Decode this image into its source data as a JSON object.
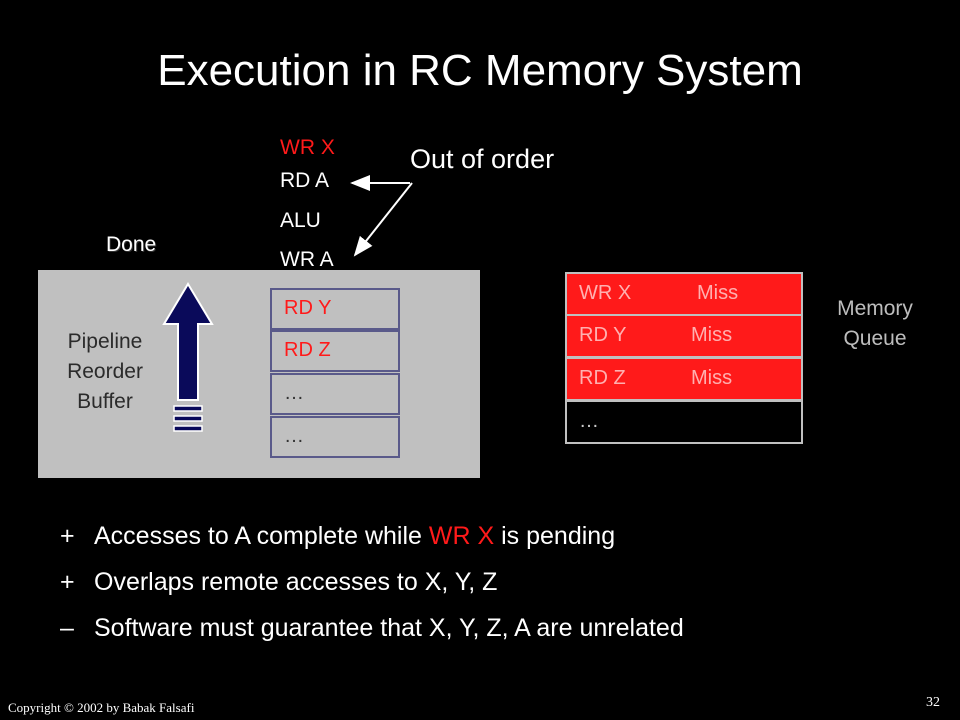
{
  "slide": {
    "title": "Execution in RC Memory System",
    "instructions": [
      "WR X",
      "RD A",
      "ALU",
      "WR A"
    ],
    "out_of_order": "Out of order",
    "done": "Done",
    "pipeline_label": [
      "Pipeline",
      "Reorder",
      "Buffer"
    ],
    "rob_entries": [
      "RD Y",
      "RD Z",
      "…",
      "…"
    ],
    "memory_queue": [
      {
        "op": "WR X",
        "status": "Miss"
      },
      {
        "op": "RD Y",
        "status": "Miss"
      },
      {
        "op": "RD Z",
        "status": "Miss"
      },
      {
        "op": "…",
        "status": ""
      }
    ],
    "memory_queue_label": [
      "Memory",
      "Queue"
    ],
    "bullets": [
      {
        "symbol": "+",
        "before": "Accesses to A complete while ",
        "highlight": "WR X",
        "after": " is pending"
      },
      {
        "symbol": "+",
        "before": "Overlaps remote accesses to X, Y, Z",
        "highlight": "",
        "after": ""
      },
      {
        "symbol": "–",
        "before": "Software must guarantee that X, Y, Z, A are unrelated",
        "highlight": "",
        "after": ""
      }
    ],
    "copyright": "Copyright © 2002  by Babak Falsafi",
    "page_number": "32"
  },
  "colors": {
    "accent_red": "#ff1a1a",
    "arrow_blue": "#0a0a5a",
    "panel_gray": "#c0c0c0"
  }
}
